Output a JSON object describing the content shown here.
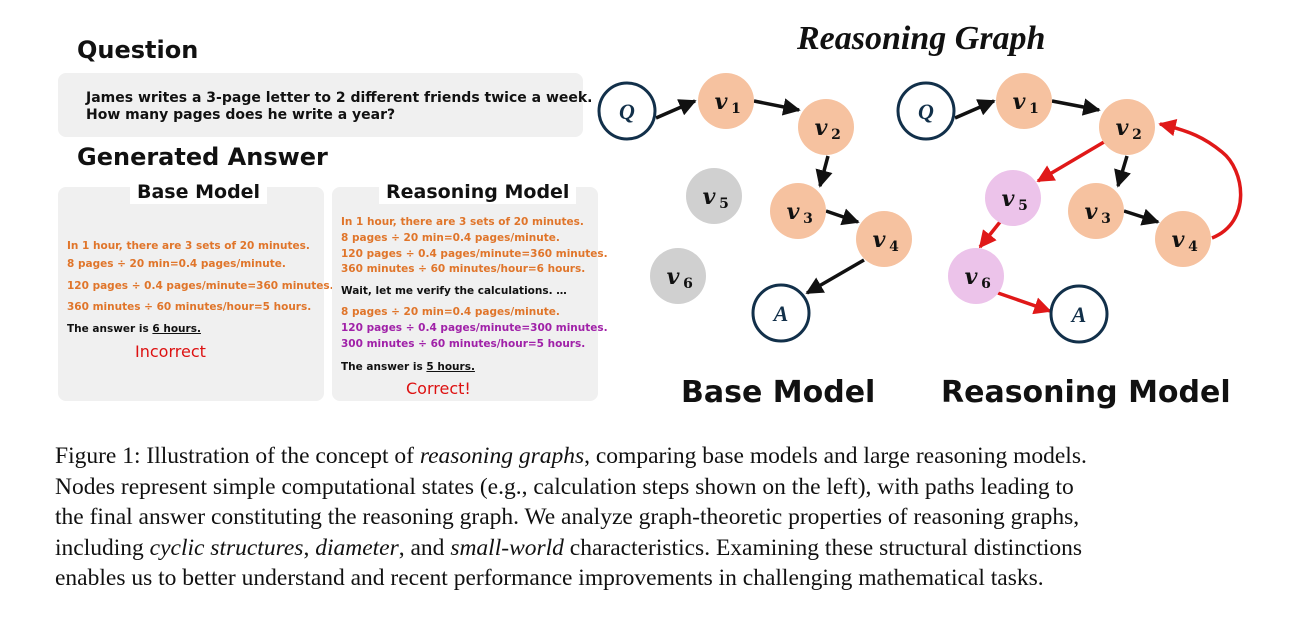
{
  "left": {
    "question_heading": "Question",
    "question_line1": "James writes a 3-page letter to 2 different friends twice a week.",
    "question_line2": "How many pages does he write a year?",
    "answer_heading": "Generated Answer",
    "base_panel": {
      "title": "Base Model",
      "lines": [
        "In 1 hour, there are 3 sets of 20 minutes.",
        "8 pages ÷ 20 min=0.4 pages/minute.",
        "120 pages ÷ 0.4 pages/minute=360 minutes.",
        "360 minutes ÷ 60 minutes/hour=5 hours."
      ],
      "answer_prefix": "The answer is ",
      "answer_value": "6 hours.",
      "verdict": "Incorrect"
    },
    "reason_panel": {
      "title": "Reasoning Model",
      "lines": [
        "In 1 hour, there are 3 sets of 20 minutes.",
        "8 pages ÷ 20 min=0.4 pages/minute.",
        "120 pages ÷ 0.4 pages/minute=360 minutes.",
        "360 minutes ÷ 60 minutes/hour=6 hours."
      ],
      "wait_line": "Wait, let me verify the calculations. …",
      "verify_lines": [
        "8 pages ÷ 20 min=0.4 pages/minute.",
        "120 pages ÷ 0.4 pages/minute=300 minutes.",
        "300 minutes ÷ 60 minutes/hour=5 hours."
      ],
      "answer_prefix": "The answer is ",
      "answer_value": "5 hours.",
      "verdict": "Correct!"
    }
  },
  "right": {
    "title": "Reasoning Graph",
    "base_label": "Base Model",
    "reasoning_label": "Reasoning Model",
    "node_labels": {
      "Q": "Q",
      "A": "A",
      "v1": "v",
      "v1_sub": "1",
      "v2_sub": "2",
      "v3_sub": "3",
      "v4_sub": "4",
      "v5_sub": "5",
      "v6_sub": "6"
    },
    "colors": {
      "node_peach": "#f6c2a0",
      "node_gray": "#d0d0d0",
      "node_pink": "#ecc3ea",
      "endpoint_stroke": "#12304a",
      "arrow_black": "#111111",
      "arrow_red": "#e01818"
    }
  },
  "caption": {
    "fig_label": "Figure 1: Illustration of the concept of ",
    "italic1": "reasoning graphs",
    "l1_rest": ", comparing base models and large reasoning models.",
    "line2": "Nodes represent simple computational states (e.g., calculation steps shown on the left), with paths leading to",
    "line3": "the final answer constituting the reasoning graph. We analyze graph-theoretic properties of reasoning graphs,",
    "l4_a": "including ",
    "italic2": "cyclic structures",
    "l4_b": ", ",
    "italic3": "diameter",
    "l4_c": ", and ",
    "italic4": "small-world",
    "l4_d": " characteristics. Examining these structural distinctions",
    "line5": "enables us to better understand and recent performance improvements in challenging mathematical tasks."
  }
}
